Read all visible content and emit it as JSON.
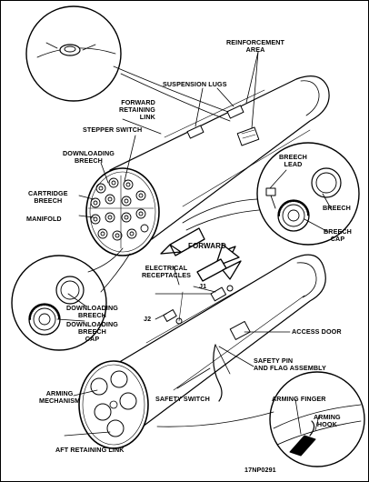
{
  "labels": {
    "reinforcement_area": "REINFORCEMENT\nAREA",
    "suspension_lugs": "SUSPENSION LUGS",
    "forward_retaining_link": "FORWARD\nRETAINING\nLINK",
    "stepper_switch": "STEPPER SWITCH",
    "downloading_breech_top": "DOWNLOADING\nBREECH",
    "cartridge_breech": "CARTRIDGE\nBREECH",
    "manifold": "MANIFOLD",
    "breech_lead": "BREECH\nLEAD",
    "breech": "BREECH",
    "breech_cap": "BREECH\nCAP",
    "forward": "FORWARD",
    "electrical_receptacles": "ELECTRICAL\nRECEPTACLES",
    "j1": "J1",
    "j2": "J2",
    "downloading_breech_left": "DOWNLOADING\nBREECH",
    "downloading_breech_cap": "DOWNLOADING\nBREECH\nCAP",
    "access_door": "ACCESS DOOR",
    "safety_pin_flag": "SAFETY PIN\nAND FLAG ASSEMBLY",
    "arming_mechanism": "ARMING\nMECHANISM",
    "safety_switch": "SAFETY SWITCH",
    "arming_finger": "ARMING FINGER",
    "arming_hook": "ARMING\nHOOK",
    "aft_retaining_link": "AFT RETAINING LINK",
    "figure_id": "17NP0291"
  }
}
